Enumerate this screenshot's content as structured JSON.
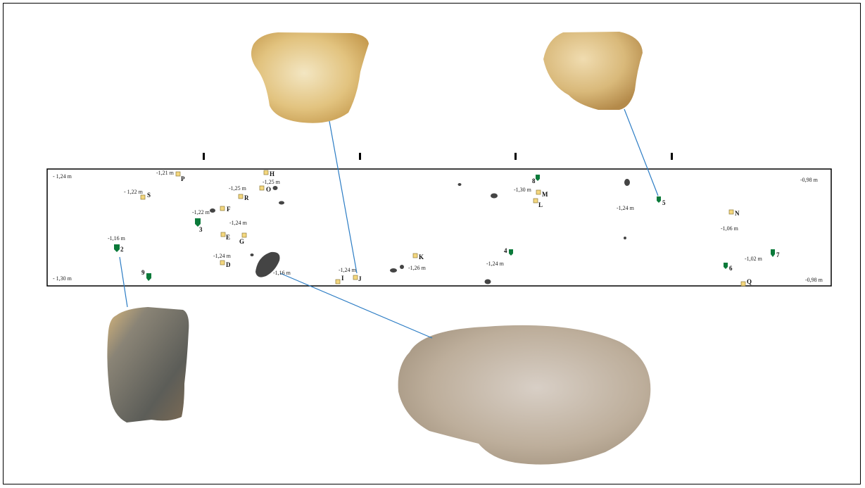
{
  "depth_labels": {
    "left_top": "- 1,24 m",
    "left_bottom": "- 1,30 m",
    "right_top": "-0,98 m",
    "right_bottom": "-0,98 m",
    "P": "-1,21 m",
    "S": "- 1,22 m",
    "R": "-1,25 m",
    "O": "-1,25 m",
    "F": "-1,22 m",
    "E": "-1,24 m",
    "D": "-1,24 m",
    "m2": "-1,16 m",
    "stone_big": "-1,16 m",
    "J": "-1,24 m",
    "K": "-1,26 m",
    "M": "-1,30 m",
    "m4": "-1,24 m",
    "m5": "-1,24 m",
    "N": "-1,06 m",
    "m7": "-1,02 m"
  },
  "square_finds": [
    "H",
    "P",
    "O",
    "S",
    "R",
    "F",
    "E",
    "G",
    "D",
    "I",
    "J",
    "K",
    "M",
    "L",
    "N",
    "Q"
  ],
  "point_finds": [
    "2",
    "3",
    "4",
    "5",
    "6",
    "7",
    "8",
    "9"
  ],
  "colors": {
    "square_fill": "#f4d77e",
    "marker_green": "#0b7a3a",
    "leader_line": "#2b7cc4",
    "stone": "#444444"
  }
}
